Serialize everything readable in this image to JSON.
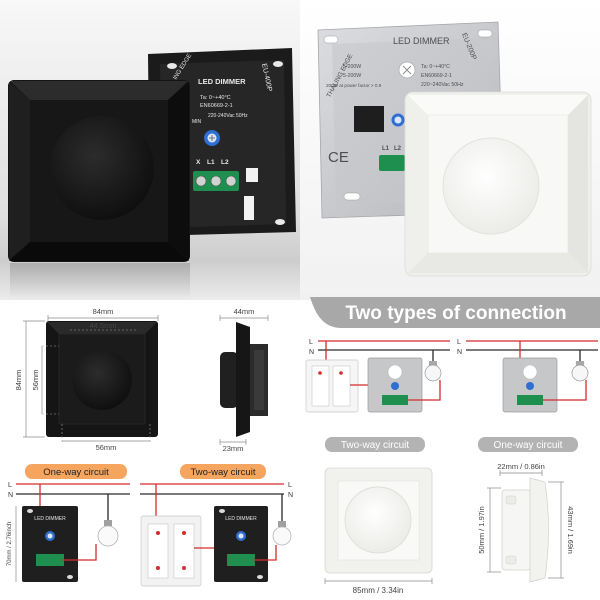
{
  "black_dimmer_photo": {
    "brand": "ING EDGE",
    "title": "LED DIMMER",
    "model": "EU-400P",
    "specs": [
      "Ta: 0~+40°C",
      "EN60669-2-1",
      "220-240Vac 50Hz"
    ],
    "min_label": "MIN",
    "terminals": [
      "X",
      "L1",
      "L2"
    ]
  },
  "white_dimmer_photo": {
    "brand": "THALING EDGE",
    "title": "LED DIMMER",
    "model": "EU-200P",
    "specs_left": [
      "5-200W",
      "5-200W",
      "200W at power factor > 0.9"
    ],
    "specs_right": [
      "Ta: 0~+40°C",
      "EN60669-2-1",
      "220~240Vac 50Hz"
    ],
    "ce_mark": "CE",
    "terminals": [
      "L1",
      "L2"
    ]
  },
  "black_dimensions": {
    "outer_width": "84mm",
    "inner_width": "44.5mm",
    "outer_height": "84mm",
    "inner_height": "56mm",
    "bottom_width": "56mm",
    "total_depth": "44mm",
    "front_depth": "23mm"
  },
  "connection_types": {
    "banner": "Two types of connection",
    "live": "L",
    "neutral": "N",
    "two_way_label": "Two-way circuit",
    "one_way_label": "One-way circuit"
  },
  "wiring_examples": {
    "one_way_label": "One-way circuit",
    "two_way_label": "Two-way circuit",
    "live": "L",
    "neutral": "N",
    "module_title": "LED DIMMER",
    "module_height": "70mm / 2.76inch"
  },
  "white_dimensions": {
    "width": "85mm / 3.34in",
    "depth": "22mm / 0.86in",
    "outer_height": "50mm / 1.97in",
    "inner_height": "43mm / 1.69in"
  },
  "colors": {
    "live_wire": "#d42b2b",
    "neutral_wire": "#2a2a2a",
    "banner": "#a8a8a8",
    "tag_orange": "#f6a55f",
    "tag_gray": "#b3b3b3",
    "potentiometer_blue": "#2f6fd1",
    "terminal_green": "#1f8f4f"
  }
}
